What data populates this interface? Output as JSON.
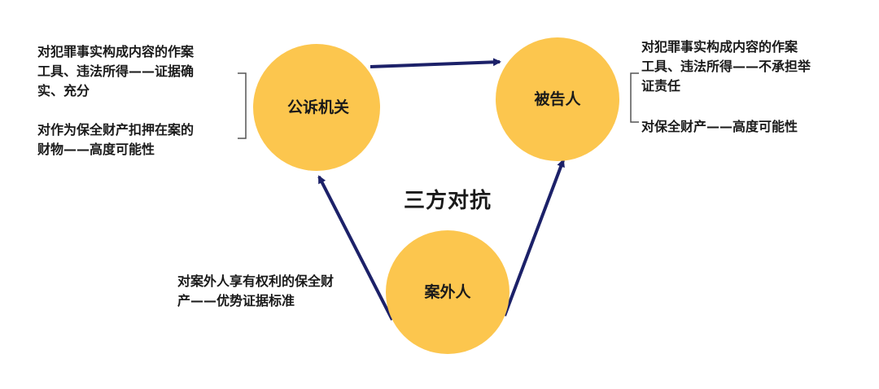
{
  "title": "三方对抗",
  "nodes": {
    "prosecution": "公诉机关",
    "defendant": "被告人",
    "outsider": "案外人"
  },
  "notes": {
    "prosecution": [
      [
        "对犯罪事实构成内容的作案",
        "工具、违法所得——证据确",
        "实、充分"
      ],
      [
        "对作为保全财产扣押在案的",
        "财物——高度可能性"
      ]
    ],
    "defendant": [
      [
        "对犯罪事实构成内容的作案",
        "工具、违法所得——不承担举",
        "证责任"
      ],
      [
        "对保全财产——高度可能性"
      ]
    ],
    "outsider": [
      [
        "对案外人享有权利的保全财",
        "产——优势证据标准"
      ]
    ]
  },
  "colors": {
    "node_fill": "#FCC64E",
    "arrow": "#1C2169",
    "bracket": "#555555"
  }
}
